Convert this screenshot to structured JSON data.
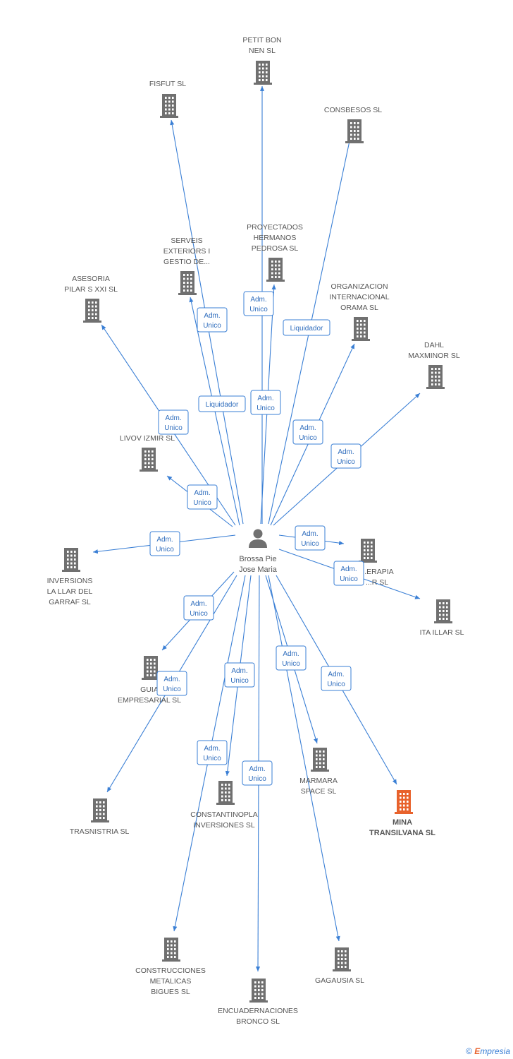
{
  "colors": {
    "edge": "#3a7fd5",
    "building": "#707070",
    "building_highlight": "#e8622c",
    "label": "#555555"
  },
  "person": {
    "name_lines": [
      "Brossa Pie",
      "Jose Maria"
    ],
    "icon": "person-icon"
  },
  "companies": [
    {
      "id": "petit",
      "lines": [
        "PETIT BON",
        "NEN SL"
      ],
      "icon": "building-icon"
    },
    {
      "id": "fisfut",
      "lines": [
        "FISFUT SL"
      ],
      "icon": "building-icon"
    },
    {
      "id": "consbesos",
      "lines": [
        "CONSBESOS SL"
      ],
      "icon": "building-icon"
    },
    {
      "id": "proyectados",
      "lines": [
        "PROYECTADOS",
        "HERMANOS",
        "PEDROSA SL"
      ],
      "icon": "building-icon"
    },
    {
      "id": "serveis",
      "lines": [
        "SERVEIS",
        "EXTERIORS I",
        "GESTIO DE..."
      ],
      "icon": "building-icon"
    },
    {
      "id": "asesoria",
      "lines": [
        "ASESORIA",
        "PILAR S XXI SL"
      ],
      "icon": "building-icon"
    },
    {
      "id": "organizacion",
      "lines": [
        "ORGANIZACION",
        "INTERNACIONAL",
        "ORAMA SL"
      ],
      "icon": "building-icon"
    },
    {
      "id": "dahl",
      "lines": [
        "DAHL",
        "MAXMINOR SL"
      ],
      "icon": "building-icon"
    },
    {
      "id": "livov",
      "lines": [
        "LIVOV IZMIR SL"
      ],
      "icon": "building-icon"
    },
    {
      "id": "inversions",
      "lines": [
        "INVERSIONS",
        "LA LLAR DEL",
        "GARRAF SL"
      ],
      "icon": "building-icon"
    },
    {
      "id": "terapia",
      "lines": [
        "...ERAPIA",
        "...R SL"
      ],
      "icon": "building-icon"
    },
    {
      "id": "itaillar",
      "lines": [
        "ITA ILLAR SL"
      ],
      "icon": "building-icon"
    },
    {
      "id": "guia",
      "lines": [
        "GUIA",
        "EMPRESARIAL SL"
      ],
      "icon": "building-icon"
    },
    {
      "id": "trasnistria",
      "lines": [
        "TRASNISTRIA SL"
      ],
      "icon": "building-icon"
    },
    {
      "id": "constantinopla",
      "lines": [
        "CONSTANTINOPLA",
        "INVERSIONES SL"
      ],
      "icon": "building-icon"
    },
    {
      "id": "marmara",
      "lines": [
        "MARMARA",
        "SPACE SL"
      ],
      "icon": "building-icon"
    },
    {
      "id": "mina",
      "lines": [
        "MINA",
        "TRANSILVANA SL"
      ],
      "icon": "building-icon",
      "highlight": true
    },
    {
      "id": "construcciones",
      "lines": [
        "CONSTRUCCIONES",
        "METALICAS",
        "BIGUES SL"
      ],
      "icon": "building-icon"
    },
    {
      "id": "encuadernaciones",
      "lines": [
        "ENCUADERNACIONES",
        "BRONCO SL"
      ],
      "icon": "building-icon"
    },
    {
      "id": "gagausia",
      "lines": [
        "GAGAUSIA SL"
      ],
      "icon": "building-icon"
    }
  ],
  "roles": [
    {
      "lines": [
        "Adm.",
        "Unico"
      ]
    },
    {
      "lines": [
        "Adm.",
        "Unico"
      ]
    },
    {
      "lines": [
        "Liquidador"
      ]
    },
    {
      "lines": [
        "Liquidador"
      ]
    },
    {
      "lines": [
        "Adm.",
        "Unico"
      ]
    },
    {
      "lines": [
        "Adm.",
        "Unico"
      ]
    },
    {
      "lines": [
        "Adm.",
        "Unico"
      ]
    },
    {
      "lines": [
        "Adm.",
        "Unico"
      ]
    },
    {
      "lines": [
        "Adm.",
        "Unico"
      ]
    },
    {
      "lines": [
        "Adm.",
        "Unico"
      ]
    },
    {
      "lines": [
        "Adm.",
        "Unico"
      ]
    },
    {
      "lines": [
        "Adm.",
        "Unico"
      ]
    },
    {
      "lines": [
        "Adm.",
        "Unico"
      ]
    },
    {
      "lines": [
        "Adm.",
        "Unico"
      ]
    },
    {
      "lines": [
        "Adm.",
        "Unico"
      ]
    },
    {
      "lines": [
        "Adm.",
        "Unico"
      ]
    },
    {
      "lines": [
        "Adm.",
        "Unico"
      ]
    },
    {
      "lines": [
        "Adm.",
        "Unico"
      ]
    },
    {
      "lines": [
        "Adm.",
        "Unico"
      ]
    }
  ],
  "footer": {
    "copyright": "©",
    "brand_initial": "E",
    "brand_rest": "mpresia"
  }
}
